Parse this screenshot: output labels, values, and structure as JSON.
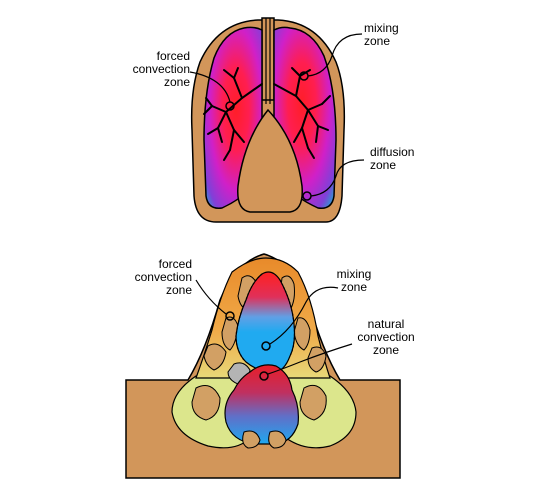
{
  "lungs": {
    "labels": {
      "forced_convection": "forced\nconvection\nzone",
      "mixing": "mixing\nzone",
      "diffusion": "diffusion\nzone"
    }
  },
  "nose": {
    "labels": {
      "forced_convection": "forced\nconvection\nzone",
      "mixing": "mixing\nzone",
      "natural_convection": "natural\nconvection\nzone"
    }
  },
  "colors": {
    "body_tan": "#D2965A",
    "outline": "#000000",
    "forced_zone": "#FF1E3C",
    "mixing_zone": "#C820C8",
    "diffusion_zone": "#1EA0DC",
    "nose_mixing_blue": "#28A0E6",
    "nose_orange": "#EB8C28",
    "nose_yellowgreen": "#DCE68C",
    "bone_tan": "#D2A064",
    "grey": "#B4B4B4"
  },
  "icons": [
    "lungs-cross-section",
    "nasal-cavity-cross-section"
  ]
}
